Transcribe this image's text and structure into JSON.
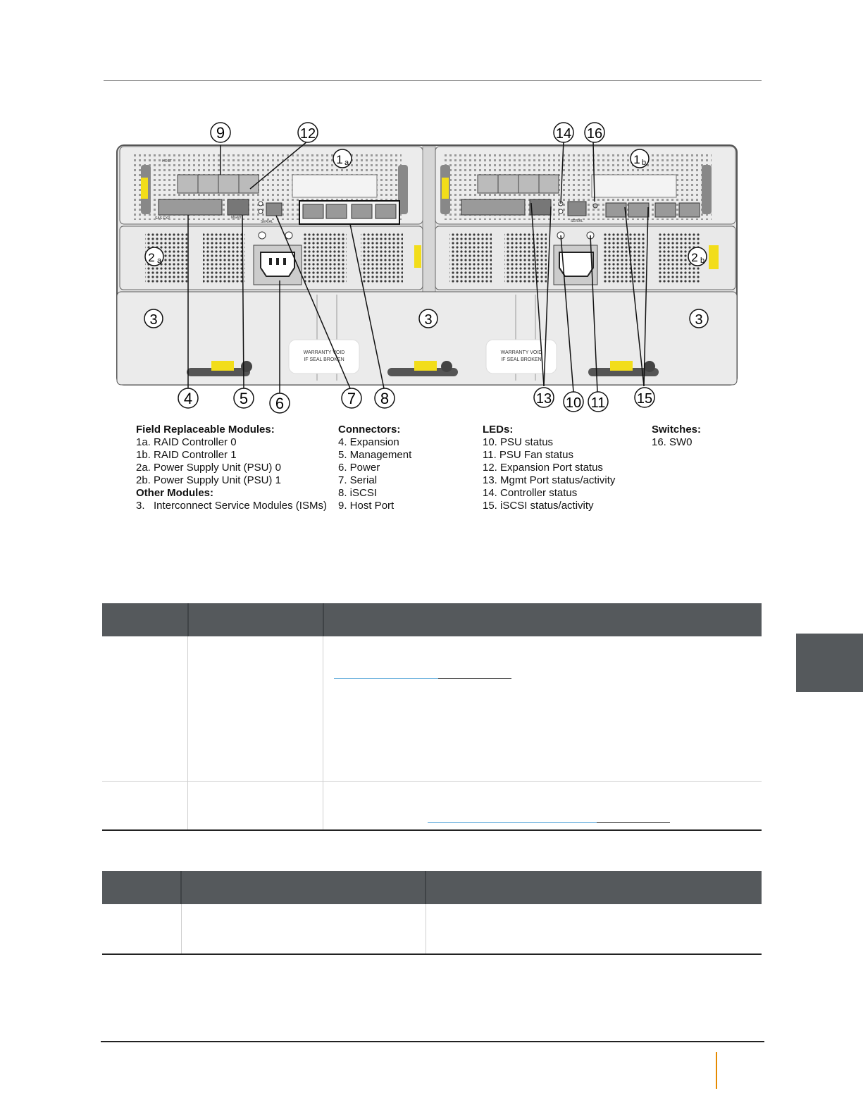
{
  "callouts": {
    "c9": "9",
    "c12": "12",
    "c14": "14",
    "c16": "16",
    "c1a_num": "1",
    "c1a_sub": "a",
    "c1b_num": "1",
    "c1b_sub": "b",
    "c2a_num": "2",
    "c2a_sub": "a",
    "c2b_num": "2",
    "c2b_sub": "b",
    "c3": "3",
    "c4": "4",
    "c5": "5",
    "c6": "6",
    "c7": "7",
    "c8": "8",
    "c13": "13",
    "c10": "10",
    "c11": "11",
    "c15": "15"
  },
  "chassis_labels": {
    "warranty_line1": "WARRANTY VOID",
    "warranty_line2": "IF SEAL BROKEN",
    "serial": "SERIAL",
    "mgmt": "MGMT",
    "host": "HOST",
    "sas_exp": "SAS EXP"
  },
  "legend": {
    "field_replaceable": {
      "heading": "Field Replaceable Modules:",
      "items": [
        "1a. RAID Controller 0",
        "1b. RAID Controller 1",
        "2a. Power Supply Unit (PSU) 0",
        "2b. Power Supply Unit (PSU) 1"
      ]
    },
    "other": {
      "heading": "Other Modules:",
      "items": [
        "3.   Interconnect Service Modules (ISMs)"
      ]
    },
    "connectors": {
      "heading": "Connectors:",
      "items": [
        "4. Expansion",
        "5. Management",
        "6. Power",
        "7. Serial",
        "8. iSCSI",
        "9. Host Port"
      ]
    },
    "leds": {
      "heading": "LEDs:",
      "items": [
        "10. PSU status",
        "11. PSU Fan status",
        "12. Expansion Port status",
        "13. Mgmt Port status/activity",
        "14. Controller status",
        "15. iSCSI status/activity"
      ]
    },
    "switches": {
      "heading": "Switches:",
      "items": [
        "16. SW0"
      ]
    }
  },
  "colors": {
    "table_header": "#55595c",
    "link_blue": "#4a9fd6",
    "accent_orange": "#e58a00",
    "handle_yellow": "#f2dd1a"
  }
}
